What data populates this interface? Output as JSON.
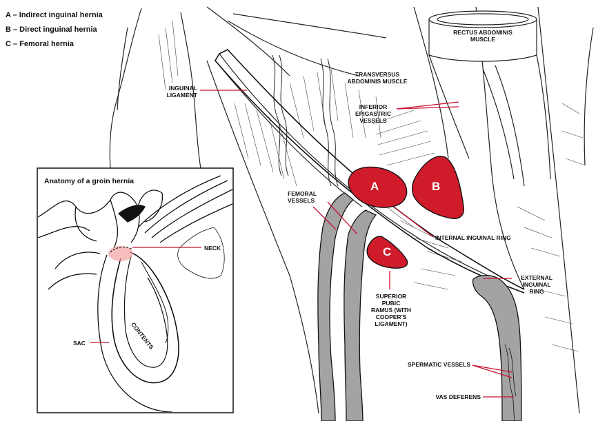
{
  "legend": {
    "a": "A – Indirect inguinal hernia",
    "b": "B – Direct inguinal hernia",
    "c": "C – Femoral hernia"
  },
  "markers": {
    "a": "A",
    "b": "B",
    "c": "C"
  },
  "labels": {
    "rectus": "RECTUS ABDOMINIS\nMUSCLE",
    "transversus": "TRANSVERSUS\nABDOMINIS MUSCLE",
    "inguinal_ligament": "INGUINAL\nLIGAMENT",
    "inferior_epigastric": "INFERIOR\nEPIGASTRIC\nVESSELS",
    "femoral_vessels": "FEMORAL\nVESSELS",
    "internal_ring": "INTERNAL INGUINAL RING",
    "external_ring": "EXTERNAL\nINGUINAL\nRING",
    "superior_pubic": "SUPERIOR PUBIC\nRAMUS (WITH\nCOOPER'S\nLIGAMENT)",
    "spermatic": "SPERMATIC VESSELS",
    "vas": "VAS DEFERENS"
  },
  "inset": {
    "title": "Anatomy of a groin hernia",
    "neck": "NECK",
    "sac": "SAC",
    "contents": "CONTENTS"
  },
  "colors": {
    "hernia_red": "#d01c2a",
    "vessel_gray": "#a3a3a3",
    "leader_red": "#c8102e",
    "neck_glow": "#f3a0a0"
  }
}
